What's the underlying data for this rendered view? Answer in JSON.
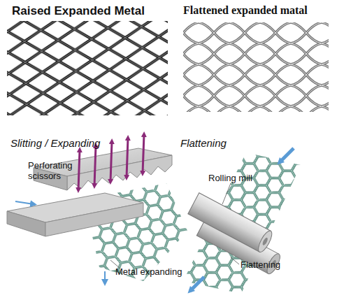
{
  "diagram": {
    "labels": [
      "Raised Expanded Metal",
      "Flattened expanded matal",
      "Slitting / Expanding",
      "Perforating scissors",
      "Metal expanding",
      "Flattening",
      "Rolling mill",
      "Flattening"
    ]
  }
}
